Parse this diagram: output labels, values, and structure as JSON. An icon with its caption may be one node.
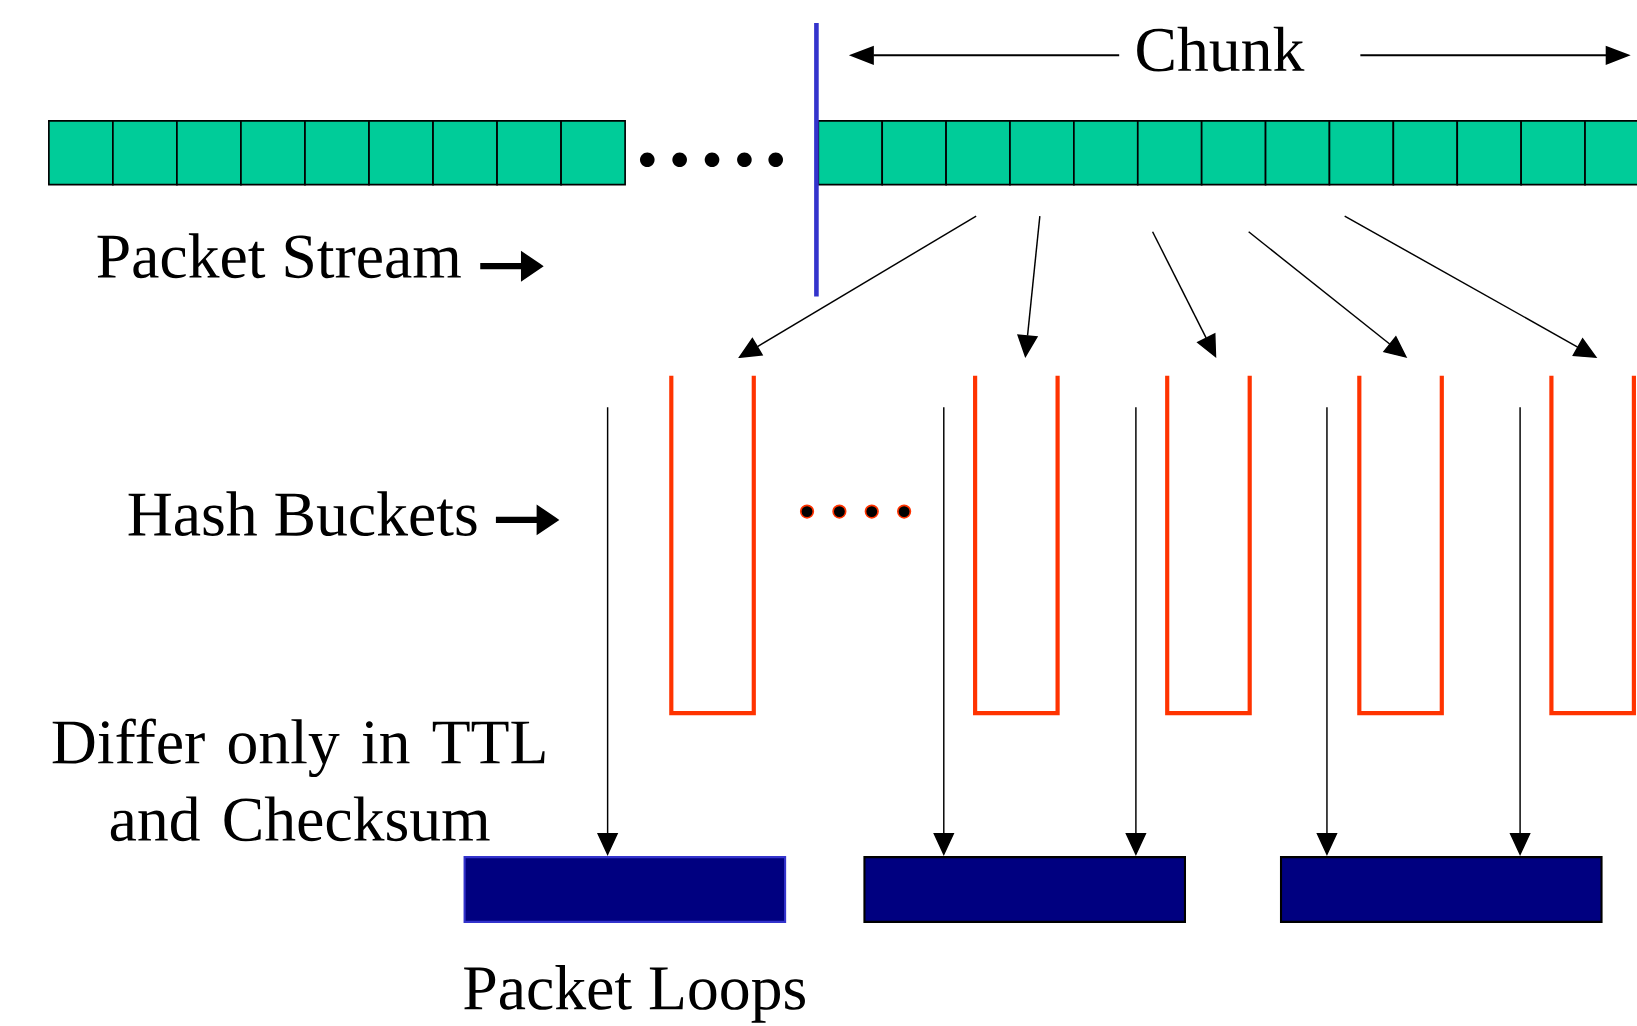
{
  "diagram": {
    "nodes": [
      {
        "text": [],
        "shape": "box"
      },
      {
        "text": [],
        "shape": "box"
      },
      {
        "text": [],
        "shape": "box"
      },
      {
        "text": [],
        "shape": "box"
      },
      {
        "text": [],
        "shape": "box"
      },
      {
        "text": [],
        "shape": "box"
      },
      {
        "text": [],
        "shape": "box"
      },
      {
        "text": [],
        "shape": "box"
      },
      {
        "text": [],
        "shape": "box"
      },
      {
        "text": [],
        "shape": "box"
      },
      {
        "text": [],
        "shape": "box"
      },
      {
        "text": [],
        "shape": "box"
      },
      {
        "text": [],
        "shape": "box"
      },
      {
        "text": [],
        "shape": "box"
      },
      {
        "text": [],
        "shape": "box"
      },
      {
        "text": [],
        "shape": "box"
      },
      {
        "text": [],
        "shape": "box"
      },
      {
        "text": [],
        "shape": "box"
      },
      {
        "text": [],
        "shape": "box"
      },
      {
        "text": [],
        "shape": "box"
      },
      {
        "text": [],
        "shape": "box"
      },
      {
        "text": [],
        "shape": "box"
      },
      {
        "text": [],
        "shape": "bucket"
      },
      {
        "text": [],
        "shape": "bucket"
      },
      {
        "text": [],
        "shape": "bucket"
      },
      {
        "text": [],
        "shape": "bucket"
      },
      {
        "text": [],
        "shape": "bucket"
      },
      {
        "text": [],
        "shape": "bar"
      },
      {
        "text": [],
        "shape": "bar"
      },
      {
        "text": [],
        "shape": "bar"
      }
    ],
    "edges": [
      {
        "from": null,
        "to": 22,
        "arrow": "to"
      },
      {
        "from": null,
        "to": 23,
        "arrow": "to"
      },
      {
        "from": null,
        "to": 24,
        "arrow": "to"
      },
      {
        "from": null,
        "to": 25,
        "arrow": "to"
      },
      {
        "from": null,
        "to": 26,
        "arrow": "to"
      },
      {
        "from": null,
        "to": 27,
        "arrow": "to"
      },
      {
        "from": null,
        "to": 28,
        "arrow": "to"
      },
      {
        "from": null,
        "to": 28,
        "arrow": "to"
      },
      {
        "from": null,
        "to": 29,
        "arrow": "to"
      },
      {
        "from": null,
        "to": 29,
        "arrow": "to"
      }
    ],
    "labels": [
      "Chunk",
      "Packet Stream",
      "Hash Buckets",
      "Differ only in TTL and Checksum",
      "Packet Loops"
    ]
  }
}
